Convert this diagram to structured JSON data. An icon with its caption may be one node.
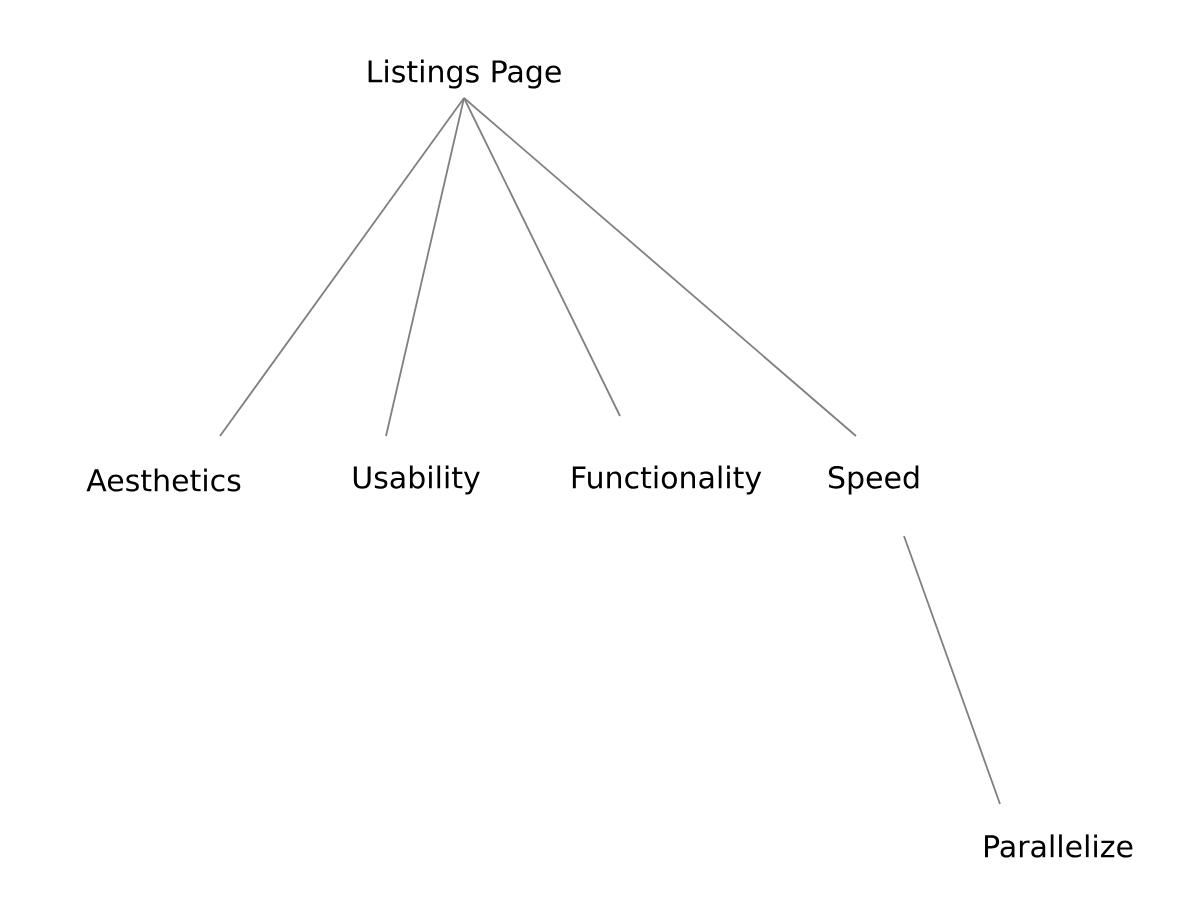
{
  "diagram": {
    "nodes": [
      {
        "text": [
          "Listings Page"
        ]
      },
      {
        "text": [
          "Aesthetics"
        ]
      },
      {
        "text": [
          "Usability"
        ]
      },
      {
        "text": [
          "Functionality"
        ]
      },
      {
        "text": [
          "Speed"
        ]
      },
      {
        "text": [
          "Parallelize"
        ]
      }
    ],
    "edges": [
      {
        "from": 0,
        "to": 1,
        "arrow": "none"
      },
      {
        "from": 0,
        "to": 2,
        "arrow": "none"
      },
      {
        "from": 0,
        "to": 3,
        "arrow": "none"
      },
      {
        "from": 0,
        "to": 4,
        "arrow": "none"
      },
      {
        "from": 4,
        "to": 5,
        "arrow": "none"
      }
    ]
  }
}
